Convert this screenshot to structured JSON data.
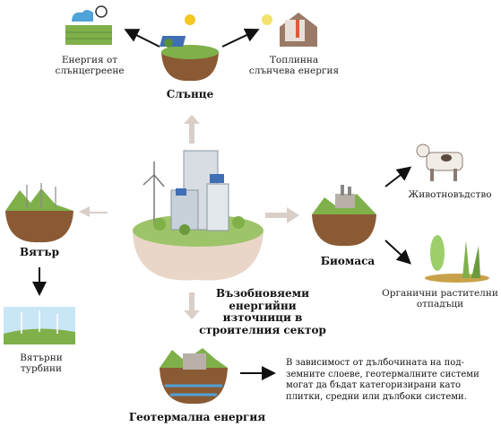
{
  "labels": {
    "solar_energy": "Енергия от слънцегреене",
    "solar_thermal": "Топлинна слънчева енергия",
    "sun": "Слънце",
    "wind": "Вятър",
    "wind_turbines": "Вятърни турбини",
    "biomass": "Биомаса",
    "livestock": "Животновъдство",
    "plant_waste": "Органични растителни отпадъци",
    "geothermal": "Геотермална енергия",
    "center_title": "Възобновяеми енергийни източници в строителния сектор",
    "geothermal_note": "В зависимост от дълбочината на под-земните слоеве, геотермалните системи могат да бъдат категоризирани като плитки, средни или дълбоки системи."
  },
  "colors": {
    "grass": "#7fb04a",
    "soil": "#8a5a34",
    "sky_blue": "#4fa3d9",
    "arrow_gray": "#d9cfc8"
  }
}
